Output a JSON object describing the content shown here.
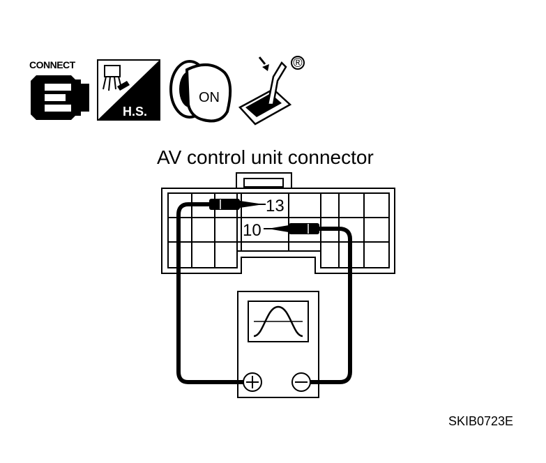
{
  "icons": {
    "connect": {
      "label": "CONNECT"
    },
    "harness": {
      "label": "H.S."
    },
    "ignition": {
      "label": "ON"
    },
    "shifter": {
      "mark": "®"
    }
  },
  "diagram": {
    "title": "AV control unit connector",
    "terminal_top": "13",
    "terminal_bottom": "10",
    "meter_positive": "⊕",
    "meter_negative": "⊖"
  },
  "reference_code": "SKIB0723E"
}
